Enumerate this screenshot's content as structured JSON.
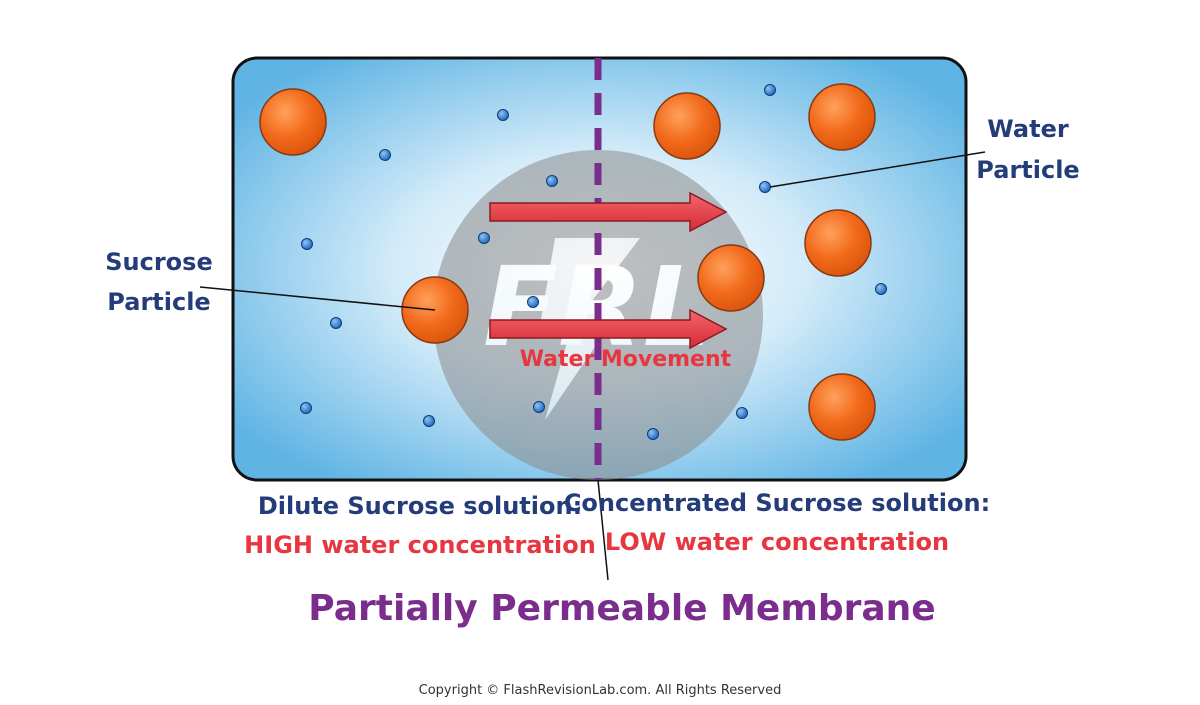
{
  "labels": {
    "water_particle_line1": "Water",
    "water_particle_line2": "Particle",
    "sucrose_particle_line1": "Sucrose",
    "sucrose_particle_line2": "Particle",
    "water_movement_1": "Water",
    "water_movement_2": "Movement",
    "dilute_title": "Dilute Sucrose solution:",
    "dilute_sub": "HIGH water concentration",
    "concentrated_title": "Concentrated Sucrose solution:",
    "concentrated_sub": "LOW water concentration",
    "membrane": "Partially Permeable Membrane",
    "watermark": "FRL",
    "copyright": "Copyright © FlashRevisionLab.com. All Rights Reserved"
  },
  "colors": {
    "navy_text": "#243c7a",
    "red_text": "#e7363f",
    "membrane_purple": "#7b2d8e",
    "sucrose_orange": "#f26a1b",
    "water_blue": "#1f6fc9",
    "container_edge": "#5ab0e0"
  }
}
